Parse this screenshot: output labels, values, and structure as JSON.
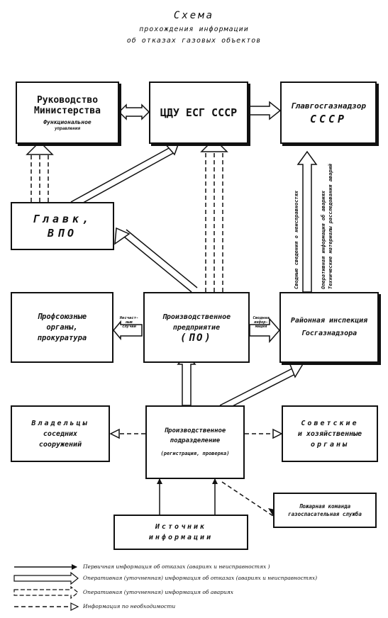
{
  "title": {
    "line1": "Схема",
    "line2": "прохождения информации",
    "line3": "об отказах газовых объектов"
  },
  "boxes": {
    "ministry": {
      "line1": "Руководство",
      "line2": "Министерства",
      "line3": "Функциональное",
      "line4": "управления"
    },
    "cdu": {
      "text": "ЦДУ ЕСГ СССР"
    },
    "gosgaz": {
      "line1": "Главгосгазнадзор",
      "line2": "СССР"
    },
    "glavk": {
      "line1": "Главк,",
      "line2": "ВПО"
    },
    "unions": {
      "line1": "Профсоюзные",
      "line2": "органы,",
      "line3": "прокуратура"
    },
    "enterprise": {
      "line1": "Производственное",
      "line2": "предприятие",
      "line3": "(ПО)"
    },
    "inspection": {
      "line1": "Районная инспекция",
      "line2": "Госгазнадзора"
    },
    "owners": {
      "line1": "Владельцы",
      "line2": "соседних",
      "line3": "сооружений"
    },
    "division": {
      "line1": "Производственное",
      "line2": "подразделение",
      "line3": "(регистрация, проверка)"
    },
    "soviet": {
      "line1": "Советские",
      "line2": "и хозяйственные",
      "line3": "органы"
    },
    "fire": {
      "line1": "Пожарная команда",
      "line2": "газоспасательная служба"
    },
    "source": {
      "line1": "Источник",
      "line2": "информации"
    }
  },
  "arrow_labels": {
    "accidents": "Несчаст-ные случаи",
    "summary": "Сводная инфор-мация",
    "v1": "Сводные сведения о неисправностях",
    "v2": "Оперативная информация об авариях",
    "v3": "Технические материалы расследования аварий"
  },
  "legend": [
    {
      "text": "Первичная информация об отказах (авариях и неисправностях )",
      "style": "solid"
    },
    {
      "text": "Оперативная (уточненная) информация об отказах (авариях и неисправностях)",
      "style": "hollow-solid"
    },
    {
      "text": "Оперативная (уточненная) информация об авариях",
      "style": "hollow-dashed"
    },
    {
      "text": "Информация по необходимости",
      "style": "dashed"
    }
  ]
}
